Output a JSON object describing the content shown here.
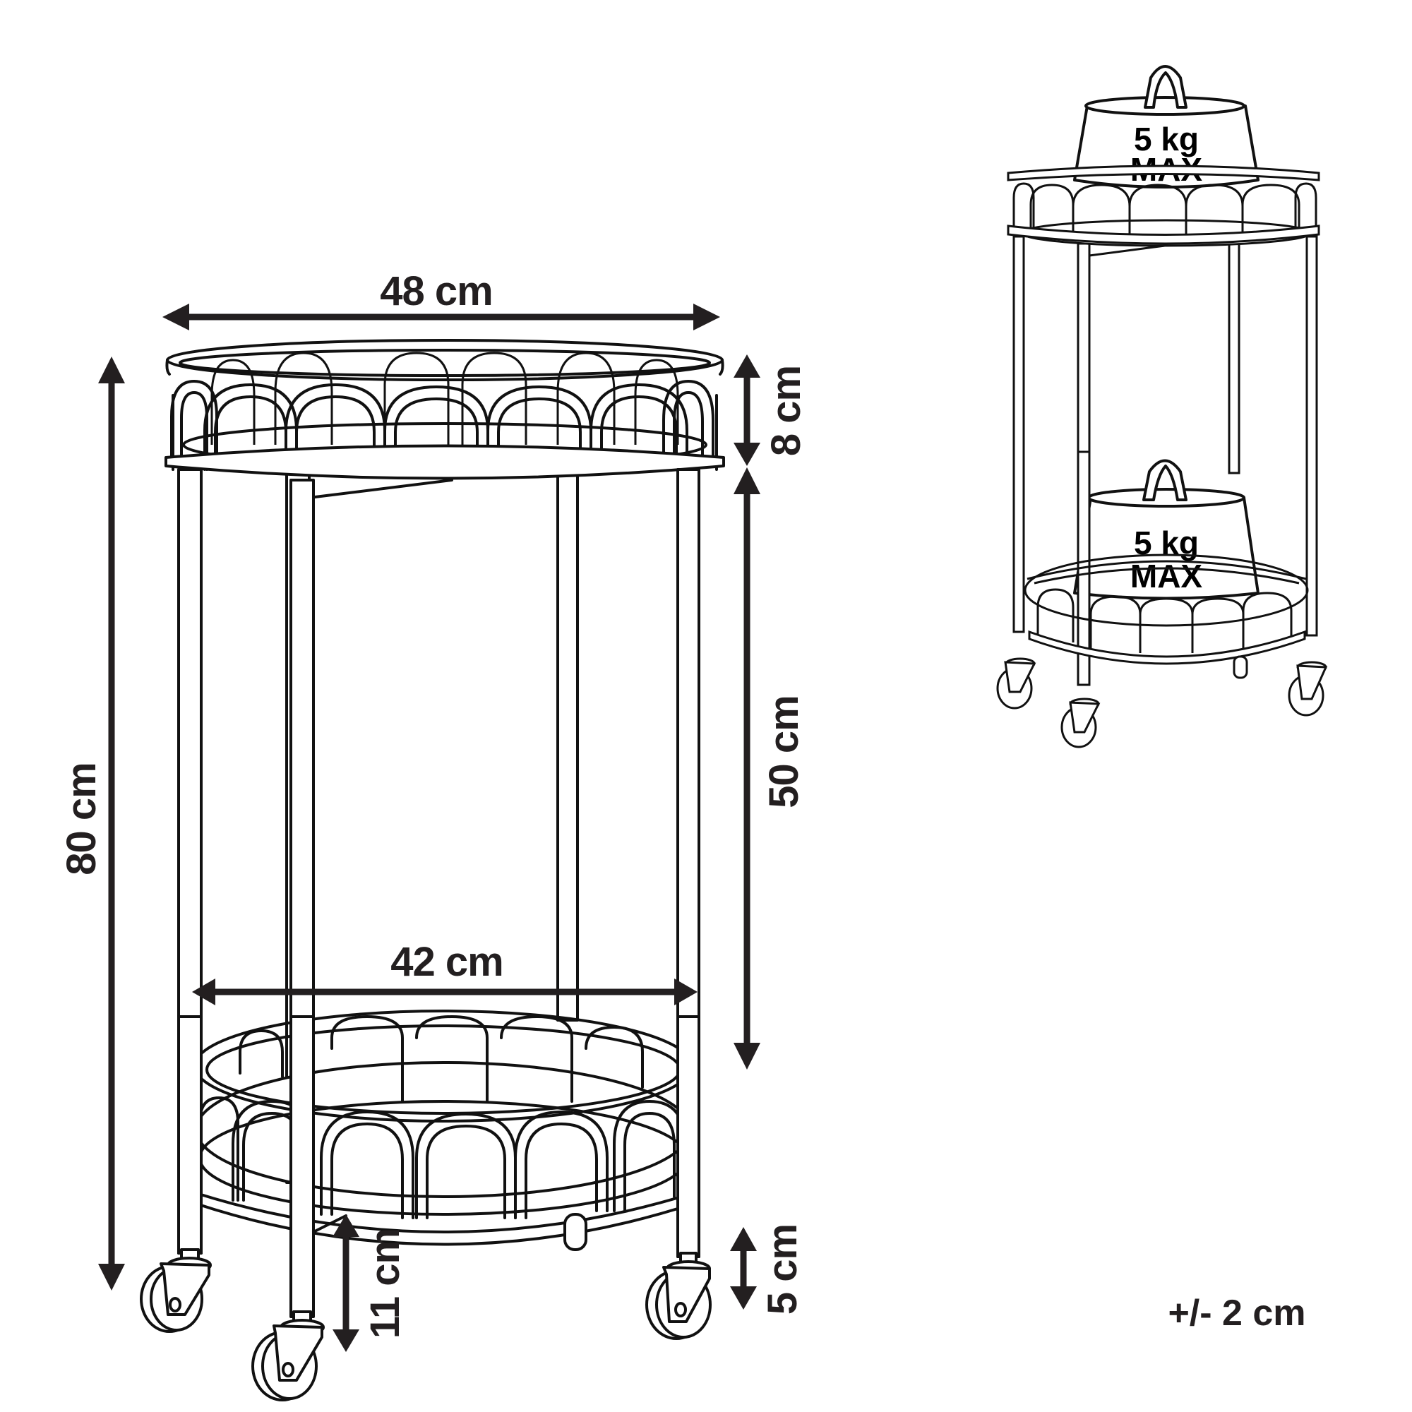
{
  "diagram": {
    "subject": "Round two-tier serving cart with arched wire gallery rails and castor wheels",
    "main_view": {
      "dimensions": {
        "top_diameter": "48 cm",
        "total_height": "80 cm",
        "top_tray_height": "8 cm",
        "between_trays": "50 cm",
        "bottom_diameter": "42 cm",
        "ground_clearance": "11 cm",
        "wheel_height": "5 cm"
      }
    },
    "load_view": {
      "top_weight": {
        "line1": "5 kg",
        "line2": "MAX"
      },
      "bottom_weight": {
        "line1": "5 kg",
        "line2": "MAX"
      }
    },
    "tolerance": "+/- 2 cm",
    "colors": {
      "ink": "#231f20",
      "line": "#111111",
      "background": "#ffffff"
    }
  }
}
